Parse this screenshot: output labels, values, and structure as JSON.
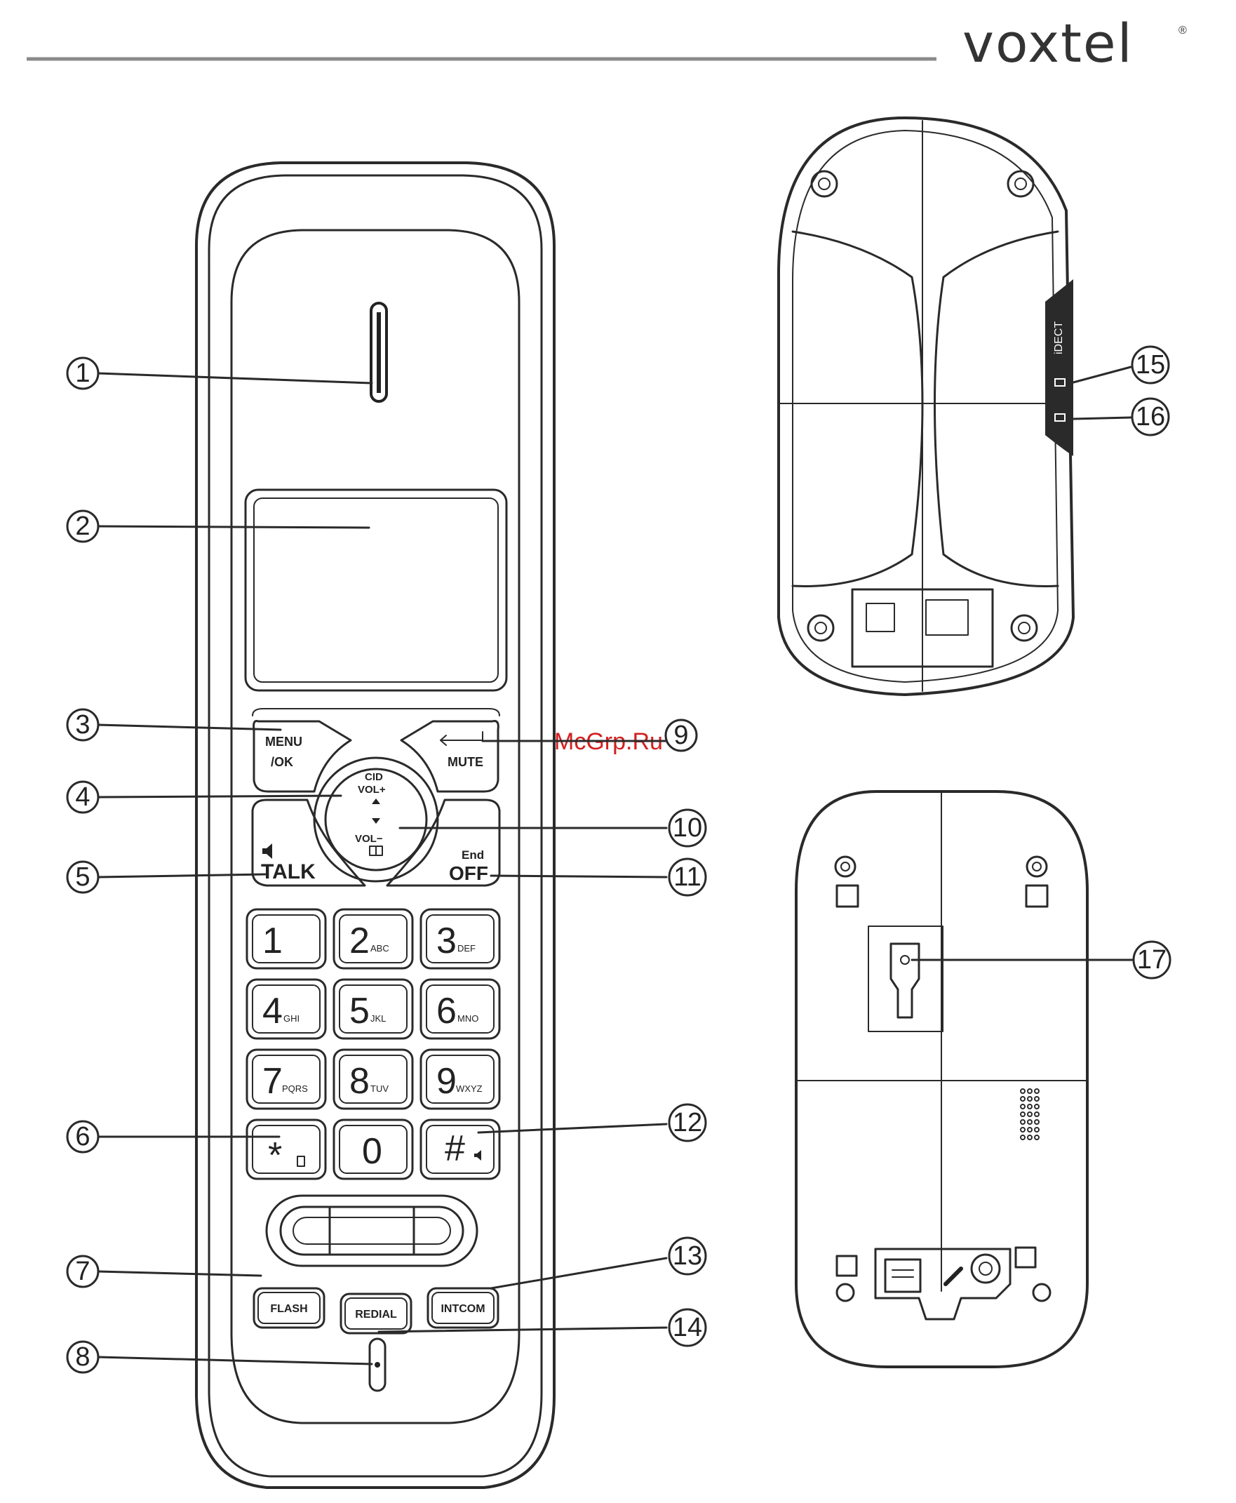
{
  "brand": {
    "logo": "voxtel",
    "registered": "®"
  },
  "watermark": "McGrp.Ru",
  "callouts": [
    "1",
    "2",
    "3",
    "4",
    "5",
    "6",
    "7",
    "8",
    "9",
    "10",
    "11",
    "12",
    "13",
    "14",
    "15",
    "16",
    "17"
  ],
  "handset": {
    "menu_top": "MENU",
    "menu_bottom": "/OK",
    "mute": "MUTE",
    "cid": "CID",
    "vol_up": "VOL+",
    "vol_down": "VOL−",
    "talk": "TALK",
    "end": "End",
    "off": "OFF",
    "keys": [
      {
        "digit": "1",
        "letters": ""
      },
      {
        "digit": "2",
        "letters": "ABC"
      },
      {
        "digit": "3",
        "letters": "DEF"
      },
      {
        "digit": "4",
        "letters": "GHI"
      },
      {
        "digit": "5",
        "letters": "JKL"
      },
      {
        "digit": "6",
        "letters": "MNO"
      },
      {
        "digit": "7",
        "letters": "PQRS"
      },
      {
        "digit": "8",
        "letters": "TUV"
      },
      {
        "digit": "9",
        "letters": "WXYZ"
      },
      {
        "digit": "*",
        "letters": ""
      },
      {
        "digit": "0",
        "letters": ""
      },
      {
        "digit": "#",
        "letters": ""
      }
    ],
    "flash": "FLASH",
    "redial": "REDIAL",
    "intcom": "INTCOM"
  },
  "back_view": {
    "idect": "iDECT"
  },
  "icons": [
    "speaker-icon",
    "phonebook-icon",
    "back-arrow-icon",
    "envelope-icon",
    "battery-icon",
    "phone-jack-icon"
  ]
}
